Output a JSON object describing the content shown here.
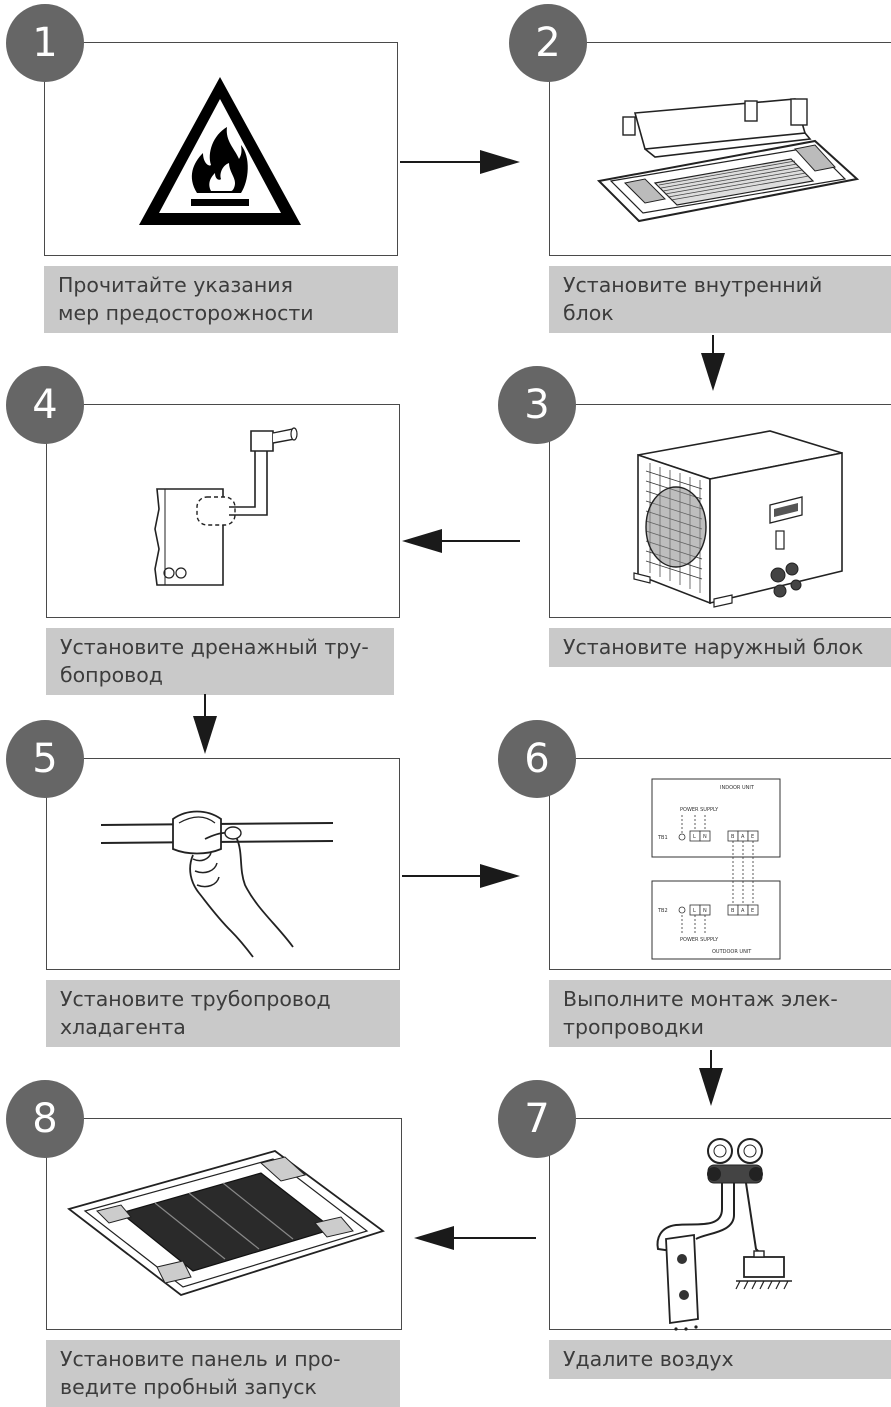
{
  "steps": [
    {
      "number": "1",
      "caption": "Прочитайте указания\nмер предосторожности"
    },
    {
      "number": "2",
      "caption": "Установите внутренний\nблок"
    },
    {
      "number": "3",
      "caption": "Установите наружный блок"
    },
    {
      "number": "4",
      "caption": "Установите дренажный тру-\nбопровод"
    },
    {
      "number": "5",
      "caption": "Установите трубопровод\nхладагента"
    },
    {
      "number": "6",
      "caption": "Выполните монтаж элек-\nтропроводки"
    },
    {
      "number": "7",
      "caption": "Удалите воздух"
    },
    {
      "number": "8",
      "caption": "Установите панель и про-\nведите пробный запуск"
    }
  ],
  "wiring": {
    "indoor_unit": "INDOOR UNIT",
    "outdoor_unit": "OUTDOOR UNIT",
    "power_supply_1": "POWER SUPPLY",
    "power_supply_2": "POWER SUPPLY",
    "tb1": "TB1",
    "tb2": "TB2",
    "t_l": "L",
    "t_n": "N",
    "t_b": "B",
    "t_a": "A",
    "t_e": "E"
  },
  "colors": {
    "badge": "#666666",
    "caption_bg": "#c9c9c9",
    "line": "#1a1a1a"
  }
}
